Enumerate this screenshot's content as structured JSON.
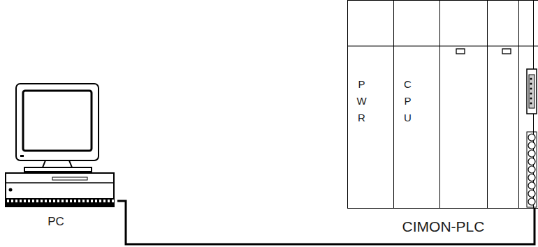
{
  "diagram": {
    "nodes": [
      {
        "text": [
          "PC"
        ]
      },
      {
        "text": [
          "CIMON-PLC"
        ]
      },
      {
        "text": [
          "P W R"
        ],
        "in": 1
      },
      {
        "text": [
          "C P U"
        ],
        "in": 1
      }
    ],
    "edges": [
      {
        "from": 0,
        "to": 1,
        "arrow": "none"
      }
    ]
  }
}
